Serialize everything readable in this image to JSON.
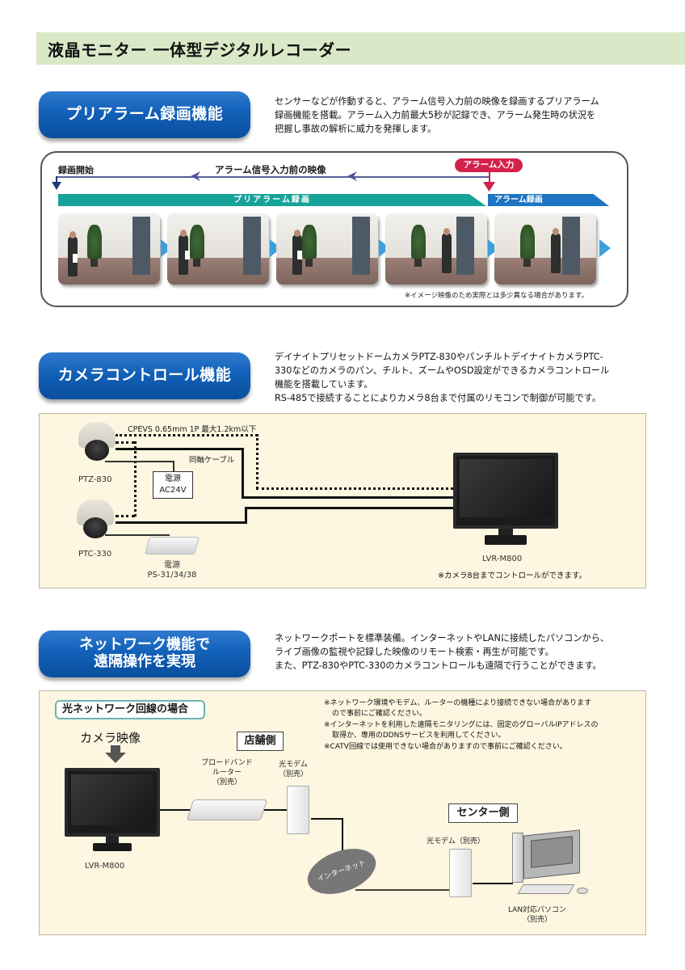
{
  "header": {
    "title": "液晶モニター 一体型デジタルレコーダー",
    "background_color": "#d9e8c6"
  },
  "sections": [
    {
      "id": "prealarm",
      "button_label": "プリアラーム録画機能",
      "description": [
        "センサーなどが作動すると、アラーム信号入力前の映像を録画するプリアラーム",
        "録画機能を搭載。アラーム入力前最大5秒が記録でき、アラーム発生時の状況を",
        "把握し事故の解析に威力を発揮します。"
      ],
      "diagram": {
        "start_label": "録画開始",
        "before_label": "アラーム信号入力前の映像",
        "alarm_input_label": "アラーム入力",
        "prealarm_band_label": "プリアラーム録画",
        "alarm_band_label": "アラーム録画",
        "frames": [
          "frame-1",
          "frame-2",
          "frame-3",
          "frame-4",
          "frame-5"
        ],
        "note": "※イメージ映像のため実際とは多少異なる場合があります。",
        "colors": {
          "prealarm_band": "#17a39a",
          "alarm_band": "#1c74c2",
          "alarm_tag": "#d3214b",
          "arrow": "#3e9fdc"
        }
      }
    },
    {
      "id": "camera-control",
      "button_label": "カメラコントロール機能",
      "description": [
        "デイナイトプリセットドームカメラPTZ-830やパンチルトデイナイトカメラPTC-",
        "330などのカメラのパン、チルト、ズームやOSD設定ができるカメラコントロール",
        "機能を搭載しています。",
        "RS-485で接続することによりカメラ8台まで付属のリモコンで制御が可能です。"
      ],
      "diagram": {
        "cable_spec": "CPEVS 0.65mm 1P 最大1.2km以下",
        "coax_label": "同軸ケーブル",
        "camera1": "PTZ-830",
        "camera2": "PTC-330",
        "psu1_line1": "電源",
        "psu1_line2": "AC24V",
        "psu2_line1": "電源",
        "psu2_line2": "PS-31/34/38",
        "monitor_label": "LVR-M800",
        "monitor_note": "※カメラ8台までコントロールができます。"
      }
    },
    {
      "id": "network",
      "button_label_line1": "ネットワーク機能で",
      "button_label_line2": "遠隔操作を実現",
      "description": [
        "ネットワークポートを標準装備。インターネットやLANに接続したパソコンから、",
        "ライブ画像の監視や記録した映像のリモート検索・再生が可能です。",
        "また、PTZ-830やPTC-330のカメラコントロールも遠隔で行うことができます。"
      ],
      "diagram": {
        "case_label": "光ネットワーク回線の場合",
        "camera_video": "カメラ映像",
        "store_side": "店舗側",
        "center_side": "センター側",
        "router_label": [
          "ブロードバンド",
          "ルーター",
          "（別売）"
        ],
        "modem_store_label": [
          "光モデム",
          "（別売）"
        ],
        "modem_center_label": "光モデム（別売）",
        "internet_label": "インターネット",
        "monitor_label": "LVR-M800",
        "pc_label": [
          "LAN対応パソコン",
          "（別売）"
        ],
        "notes": [
          "※ネットワーク環境やモデム、ルーターの機種により接続できない場合があります",
          "ので事前にご確認ください。",
          "※インターネットを利用した遠隔モニタリングには、固定のグローバルIPアドレスの",
          "取得か、専用のDDNSサービスを利用してください。",
          "※CATV回線では使用できない場合がありますので事前にご確認ください。"
        ]
      }
    }
  ]
}
